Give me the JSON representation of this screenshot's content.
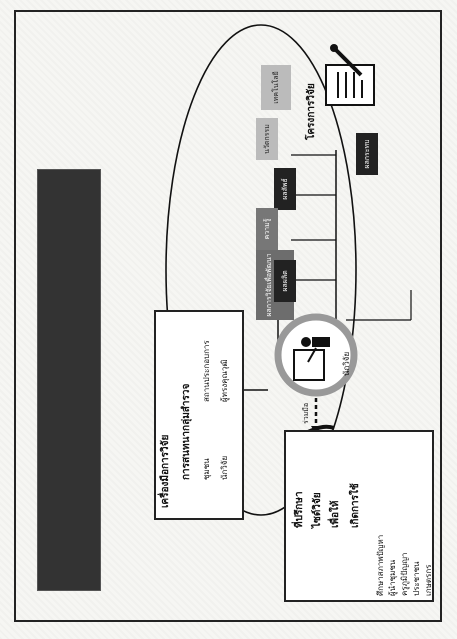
{
  "title": "",
  "tools_box": {
    "heading": "เครื่องมือการวิจัย",
    "subheading": "การสนทนากลุ่มสำรวจ",
    "item1": "ชุมชน",
    "item2": "นักวิจัย",
    "item3": "สถานประกอบการ",
    "item4": "ผู้ทรงคุณวุฒิ"
  },
  "left_box": {
    "line1": "ที่ปรึกษา",
    "line2": "ไซด์วิจัย",
    "line3": "เพื่อให้",
    "line4": "เกิดการใช้",
    "bullets": [
      "ศึกษาสภาพปัญหา",
      "ผู้นำชุมชน",
      "ครูภูมิปัญญา",
      "ประชาชน",
      "เกษตรกร"
    ]
  },
  "center": {
    "researcher": "นักวิจัย",
    "arrow_label": "ร่วมมือ",
    "result_box": "ผลการวิจัยเพื่อพัฒนาชุมชน"
  },
  "document": {
    "label": "โครงการวิจัย"
  },
  "outputs": {
    "dark": [
      "ผลผลิต",
      "ผลลัพธ์",
      "ผลกระทบ"
    ],
    "grey": [
      "ความรู้",
      "นวัตกรรม",
      "เทคโนโลยี"
    ]
  }
}
